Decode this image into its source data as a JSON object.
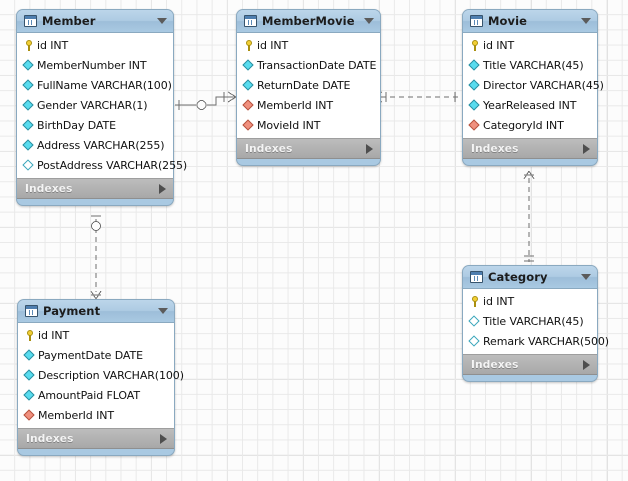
{
  "diagram": {
    "type": "entity-relationship-diagram",
    "background": "grid",
    "accent_header_color": "#a9c9e2",
    "footer_color": "#b2b2b2",
    "pk_color": "#f2cf35",
    "column_color": "#58dcef",
    "fk_color": "#f0907e"
  },
  "tables": [
    {
      "name": "Member",
      "footer": "Indexes",
      "columns": [
        {
          "label": "id INT",
          "marker": "pk-key-icon"
        },
        {
          "label": "MemberNumber INT",
          "marker": "column-diamond-icon"
        },
        {
          "label": "FullName VARCHAR(100)",
          "marker": "column-diamond-icon"
        },
        {
          "label": "Gender VARCHAR(1)",
          "marker": "column-diamond-icon"
        },
        {
          "label": "BirthDay DATE",
          "marker": "column-diamond-icon"
        },
        {
          "label": "Address VARCHAR(255)",
          "marker": "column-diamond-icon"
        },
        {
          "label": "PostAddress VARCHAR(255)",
          "marker": "nullable-diamond-icon"
        }
      ]
    },
    {
      "name": "MemberMovie",
      "footer": "Indexes",
      "columns": [
        {
          "label": "id INT",
          "marker": "pk-key-icon"
        },
        {
          "label": "TransactionDate DATE",
          "marker": "column-diamond-icon"
        },
        {
          "label": "ReturnDate DATE",
          "marker": "column-diamond-icon"
        },
        {
          "label": "MemberId INT",
          "marker": "fk-diamond-icon"
        },
        {
          "label": "MovieId INT",
          "marker": "fk-diamond-icon"
        }
      ]
    },
    {
      "name": "Movie",
      "footer": "Indexes",
      "columns": [
        {
          "label": "id INT",
          "marker": "pk-key-icon"
        },
        {
          "label": "Title VARCHAR(45)",
          "marker": "column-diamond-icon"
        },
        {
          "label": "Director VARCHAR(45)",
          "marker": "column-diamond-icon"
        },
        {
          "label": "YearReleased INT",
          "marker": "column-diamond-icon"
        },
        {
          "label": "CategoryId INT",
          "marker": "fk-diamond-icon"
        }
      ]
    },
    {
      "name": "Category",
      "footer": "Indexes",
      "columns": [
        {
          "label": "id INT",
          "marker": "pk-key-icon"
        },
        {
          "label": "Title VARCHAR(45)",
          "marker": "nullable-diamond-icon"
        },
        {
          "label": "Remark VARCHAR(500)",
          "marker": "nullable-diamond-icon"
        }
      ]
    },
    {
      "name": "Payment",
      "footer": "Indexes",
      "columns": [
        {
          "label": "id INT",
          "marker": "pk-key-icon"
        },
        {
          "label": "PaymentDate DATE",
          "marker": "column-diamond-icon"
        },
        {
          "label": "Description VARCHAR(100)",
          "marker": "column-diamond-icon"
        },
        {
          "label": "AmountPaid FLOAT",
          "marker": "column-diamond-icon"
        },
        {
          "label": "MemberId INT",
          "marker": "fk-diamond-icon"
        }
      ]
    }
  ],
  "relationships": [
    {
      "from": "Member",
      "to": "MemberMovie",
      "from_cardinality": "zero-or-one",
      "to_cardinality": "many",
      "style": "solid"
    },
    {
      "from": "MemberMovie",
      "to": "Movie",
      "from_cardinality": "many",
      "to_cardinality": "one",
      "style": "dashed"
    },
    {
      "from": "Member",
      "to": "Payment",
      "from_cardinality": "zero-or-one",
      "to_cardinality": "many",
      "style": "dashed"
    },
    {
      "from": "Movie",
      "to": "Category",
      "from_cardinality": "many",
      "to_cardinality": "one-and-only-one",
      "style": "dashed"
    }
  ]
}
